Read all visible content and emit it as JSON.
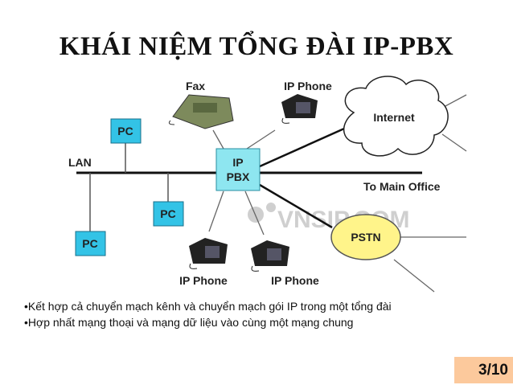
{
  "title": "KHÁI NIỆM TỔNG ĐÀI IP-PBX",
  "diagram": {
    "lan_label": "LAN",
    "pc_label": "PC",
    "pbx_label_line1": "IP",
    "pbx_label_line2": "PBX",
    "fax_label": "Fax",
    "ip_phone_label": "IP Phone",
    "internet_label": "Internet",
    "main_office_label": "To Main Office",
    "pstn_label": "PSTN",
    "watermark": "VNSIP.COM",
    "colors": {
      "pc_fill": "#33c3e6",
      "pbx_fill": "#8ee6f0",
      "pstn_fill": "#fff48a"
    }
  },
  "bullets": [
    "•Kết hợp cả chuyển mạch kênh và chuyển mạch gói IP trong một tổng đài",
    "•Hợp nhất mạng thoại và mạng dữ liệu vào cùng một mạng chung"
  ],
  "page_number": "3/10"
}
